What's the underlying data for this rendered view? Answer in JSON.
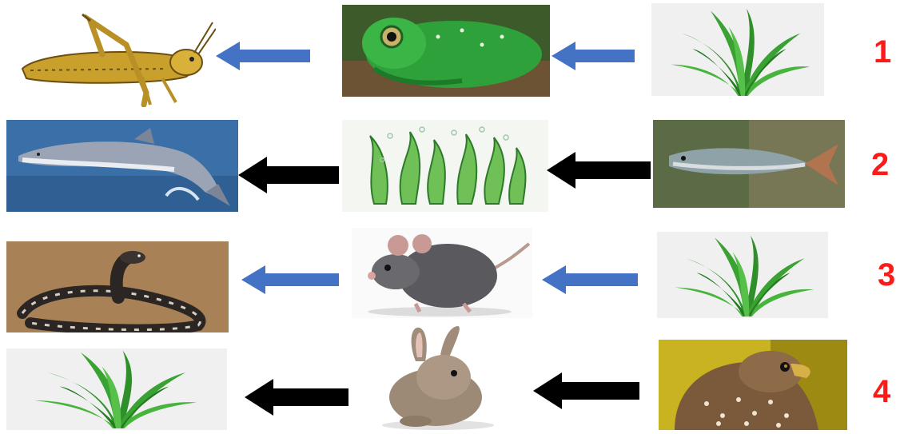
{
  "rows": [
    {
      "number": "1",
      "arrow_color": "#4472c4",
      "organisms": [
        "grasshopper",
        "frog",
        "grass"
      ]
    },
    {
      "number": "2",
      "arrow_color": "#000000",
      "organisms": [
        "dolphin",
        "seaweed",
        "fish"
      ]
    },
    {
      "number": "3",
      "arrow_color": "#4472c4",
      "organisms": [
        "cobra",
        "rat",
        "grass"
      ]
    },
    {
      "number": "4",
      "arrow_color": "#000000",
      "organisms": [
        "grass",
        "rabbit",
        "falcon"
      ]
    }
  ]
}
